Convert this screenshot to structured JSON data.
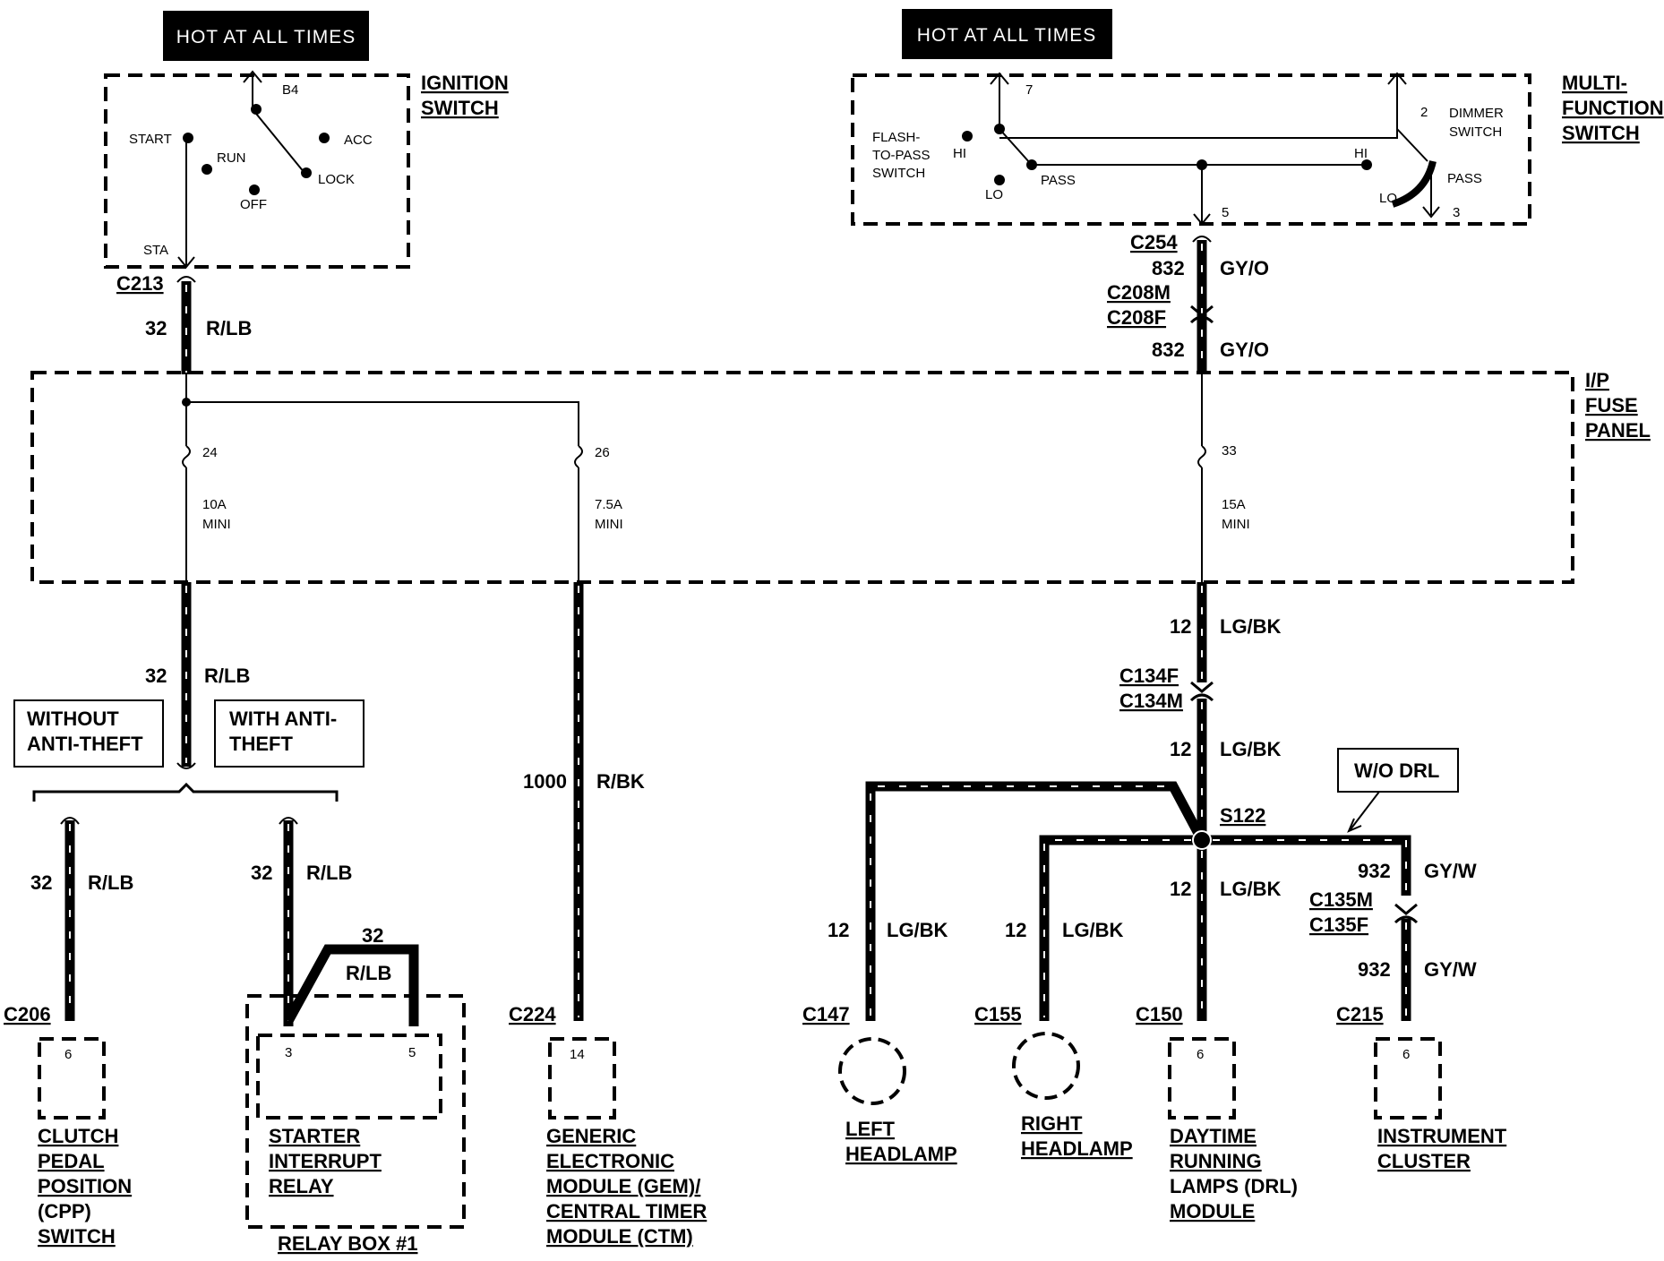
{
  "hot_labels": [
    "HOT AT ALL TIMES",
    "HOT AT ALL TIMES"
  ],
  "ignition": {
    "title1": "IGNITION",
    "title2": "SWITCH",
    "b4": "B4",
    "start": "START",
    "run": "RUN",
    "acc": "ACC",
    "lock": "LOCK",
    "off": "OFF",
    "sta": "STA"
  },
  "multifunction": {
    "title1": "MULTI-",
    "title2": "FUNCTION",
    "title3": "SWITCH",
    "flash1": "FLASH-",
    "flash2": "TO-PASS",
    "flash3": "SWITCH",
    "hi_left": "HI",
    "lo_left": "LO",
    "pass_left": "PASS",
    "pin7": "7",
    "hi_right": "HI",
    "lo_right": "LO",
    "pass_right": "PASS",
    "pin2": "2",
    "dimmer1": "DIMMER",
    "dimmer2": "SWITCH",
    "pin5": "5",
    "pin3": "3"
  },
  "fuse_panel": {
    "title1": "I/P",
    "title2": "FUSE",
    "title3": "PANEL",
    "f24": "24",
    "f24_rating": "10A",
    "f24_type": "MINI",
    "f26": "26",
    "f26_rating": "7.5A",
    "f26_type": "MINI",
    "f33": "33",
    "f33_rating": "15A",
    "f33_type": "MINI"
  },
  "connectors": {
    "c213": "C213",
    "c254": "C254",
    "c208m": "C208M",
    "c208f": "C208F",
    "c134f": "C134F",
    "c134m": "C134M",
    "s122": "S122",
    "c135m": "C135M",
    "c135f": "C135F",
    "c206": "C206",
    "c224": "C224",
    "c147": "C147",
    "c155": "C155",
    "c150": "C150",
    "c215": "C215"
  },
  "circuits": {
    "w32a": "32",
    "w32a_color": "R/LB",
    "w32b": "32",
    "w32b_color": "R/LB",
    "w32c": "32",
    "w32c_color": "R/LB",
    "w32d": "32",
    "w32d_color": "R/LB",
    "w32e": "32",
    "w32e_color": "R/LB",
    "w1000": "1000",
    "w1000_color": "R/BK",
    "w832a": "832",
    "w832a_color": "GY/O",
    "w832b": "832",
    "w832b_color": "GY/O",
    "w12a": "12",
    "w12a_color": "LG/BK",
    "w12b": "12",
    "w12b_color": "LG/BK",
    "w12c": "12",
    "w12c_color": "LG/BK",
    "w12d": "12",
    "w12d_color": "LG/BK",
    "w12e": "12",
    "w12e_color": "LG/BK",
    "w932a": "932",
    "w932a_color": "GY/W",
    "w932b": "932",
    "w932b_color": "GY/W"
  },
  "options": {
    "without1": "WITHOUT",
    "without2": "ANTI-THEFT",
    "with1": "WITH ANTI-",
    "with2": "THEFT",
    "wo_drl": "W/O DRL"
  },
  "components": {
    "cpp": {
      "pin": "6",
      "l1": "CLUTCH",
      "l2": "PEDAL",
      "l3": "POSITION",
      "l4": "(CPP)",
      "l5": "SWITCH"
    },
    "relay": {
      "pin3": "3",
      "pin5": "5",
      "l1": "STARTER",
      "l2": "INTERRUPT",
      "l3": "RELAY",
      "box": "RELAY BOX #1"
    },
    "gem": {
      "pin": "14",
      "l1": "GENERIC",
      "l2": "ELECTRONIC",
      "l3": "MODULE (GEM)/",
      "l4": "CENTRAL TIMER",
      "l5": "MODULE (CTM)"
    },
    "left_headlamp": {
      "l1": "LEFT",
      "l2": "HEADLAMP"
    },
    "right_headlamp": {
      "l1": "RIGHT",
      "l2": "HEADLAMP"
    },
    "drl": {
      "pin": "6",
      "l1": "DAYTIME",
      "l2": "RUNNING",
      "l3": "LAMPS (DRL)",
      "l4": "MODULE"
    },
    "cluster": {
      "pin": "6",
      "l1": "INSTRUMENT",
      "l2": "CLUSTER"
    }
  }
}
